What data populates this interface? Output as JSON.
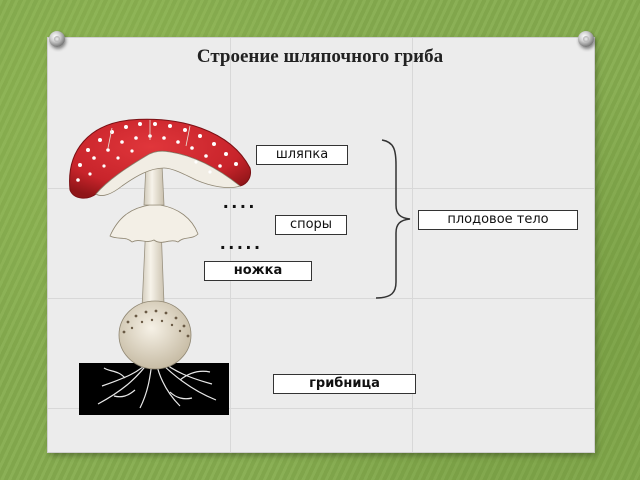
{
  "slide": {
    "title": "Строение шляпочного гриба"
  },
  "labels": {
    "cap": "шляпка",
    "spores": "споры",
    "stem": "ножка",
    "mycelium": "грибница",
    "fruiting_body": "плодовое тело"
  },
  "markers": {
    "dots_upper": "....",
    "dots_lower": "....."
  },
  "colors": {
    "background": "#86ad4f",
    "slide": "#ececec",
    "cap_red": "#c8242b",
    "soil": "#000000"
  }
}
